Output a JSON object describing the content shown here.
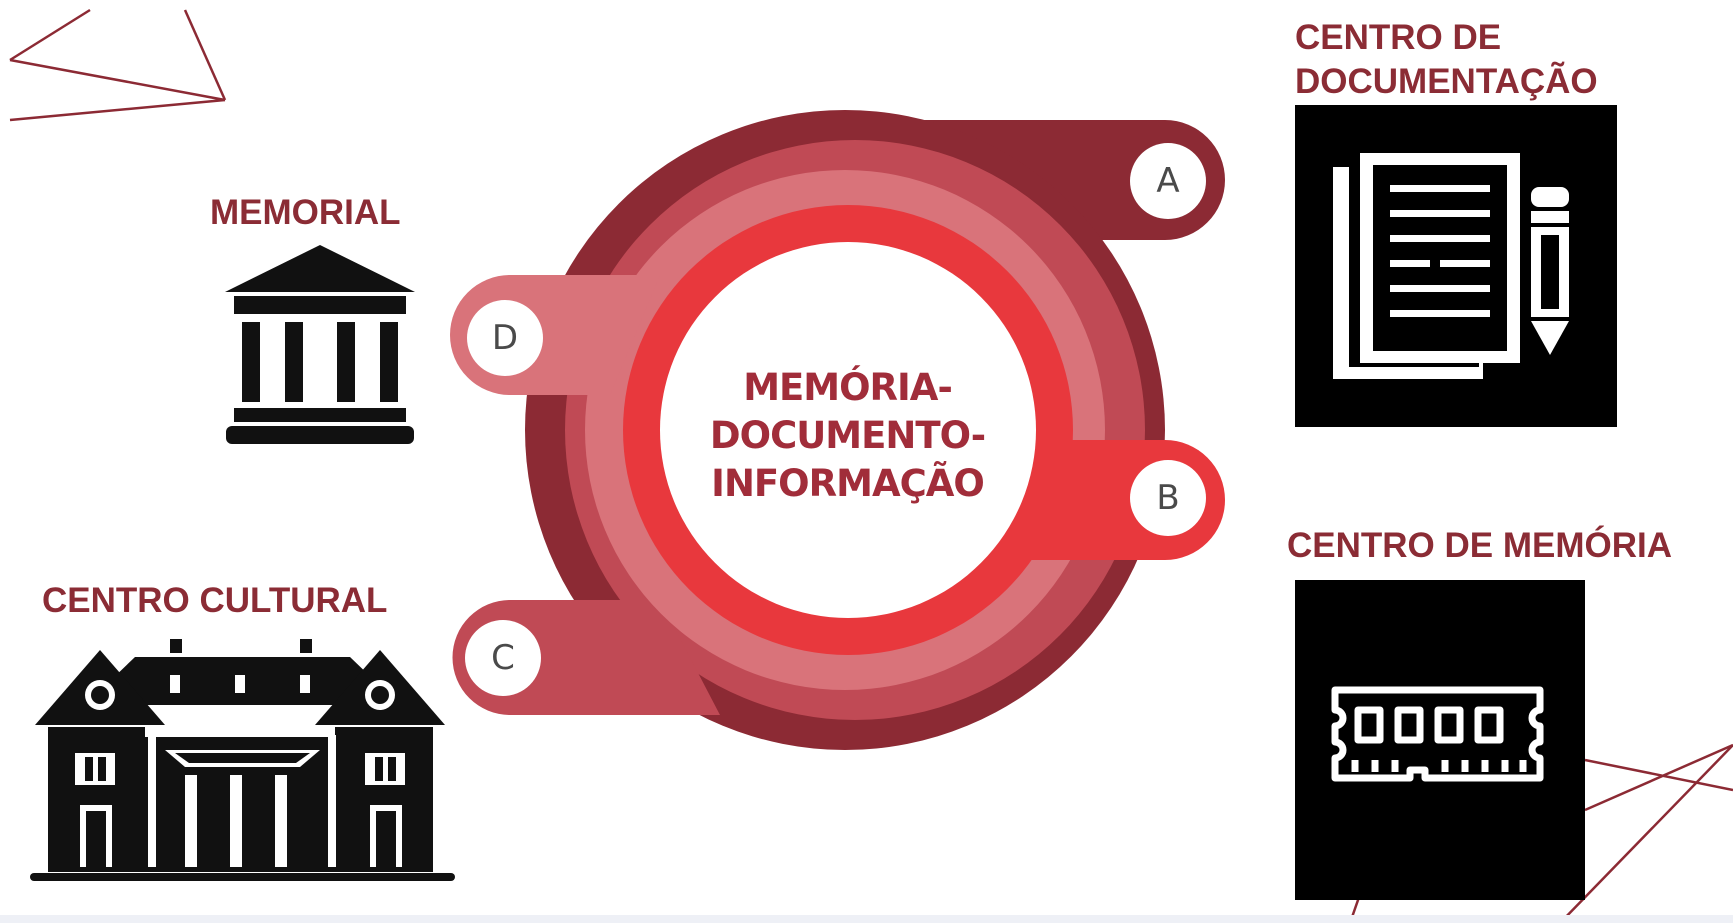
{
  "center": {
    "line1": "MEMÓRIA-",
    "line2": "DOCUMENTO-",
    "line3": "INFORMAÇÃO"
  },
  "badges": {
    "a": "A",
    "b": "B",
    "c": "C",
    "d": "D"
  },
  "labels": {
    "memorial": "MEMORIAL",
    "centro_cultural": "CENTRO CULTURAL",
    "centro_documentacao_1": "CENTRO DE",
    "centro_documentacao_2": "DOCUMENTAÇÃO",
    "centro_memoria": "CENTRO DE MEMÓRIA"
  },
  "icons": {
    "memorial": "museum-building-icon",
    "centro_cultural": "cultural-center-building-icon",
    "centro_documentacao": "documents-pencil-icon",
    "centro_memoria": "memory-chip-icon"
  },
  "colors": {
    "outer_ring": "#8c2a34",
    "ring_2": "#c04a55",
    "ring_3": "#d9737a",
    "inner_ring": "#e8383d",
    "label_text": "#8b2c35"
  }
}
